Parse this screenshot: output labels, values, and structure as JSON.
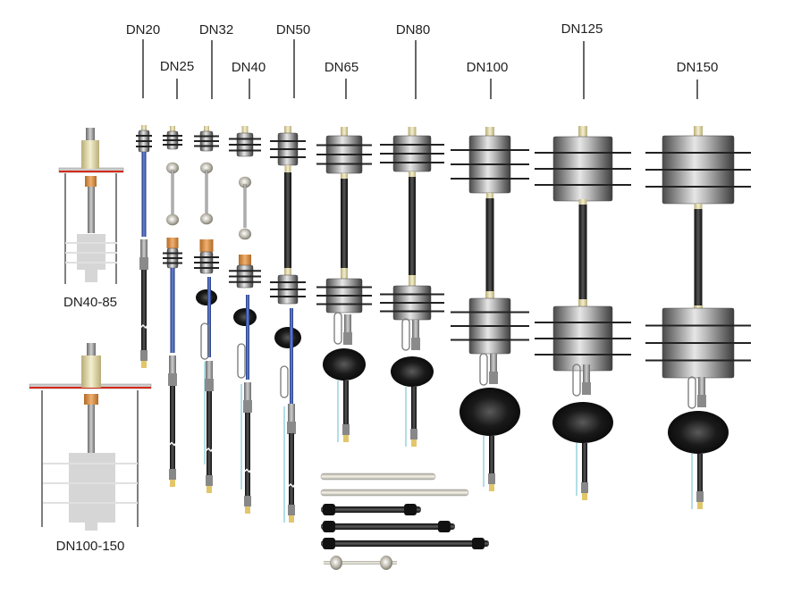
{
  "diagram": {
    "size_labels": [
      {
        "id": "dn20",
        "text": "DN20"
      },
      {
        "id": "dn25",
        "text": "DN25"
      },
      {
        "id": "dn32",
        "text": "DN32"
      },
      {
        "id": "dn40",
        "text": "DN40"
      },
      {
        "id": "dn50",
        "text": "DN50"
      },
      {
        "id": "dn65",
        "text": "DN65"
      },
      {
        "id": "dn80",
        "text": "DN80"
      },
      {
        "id": "dn100",
        "text": "DN100"
      },
      {
        "id": "dn125",
        "text": "DN125"
      },
      {
        "id": "dn150",
        "text": "DN150"
      }
    ],
    "housing_labels": [
      {
        "id": "small",
        "text": "DN40-85"
      },
      {
        "id": "large",
        "text": "DN100-150"
      }
    ],
    "colors": {
      "cable_blue": "#2e4fa8",
      "cable_black": "#1a1a1a",
      "disc_grey": "#8a8a8a",
      "brass": "#e8dfb0",
      "copper": "#d99a55",
      "flange_red": "#d42a1a",
      "ghost_grey": "#d6d6d6"
    },
    "spare_parts": [
      "tube-short-light",
      "tube-long-light",
      "rod-black-short",
      "rod-black-medium",
      "rod-black-long",
      "rod-double-ball"
    ]
  }
}
